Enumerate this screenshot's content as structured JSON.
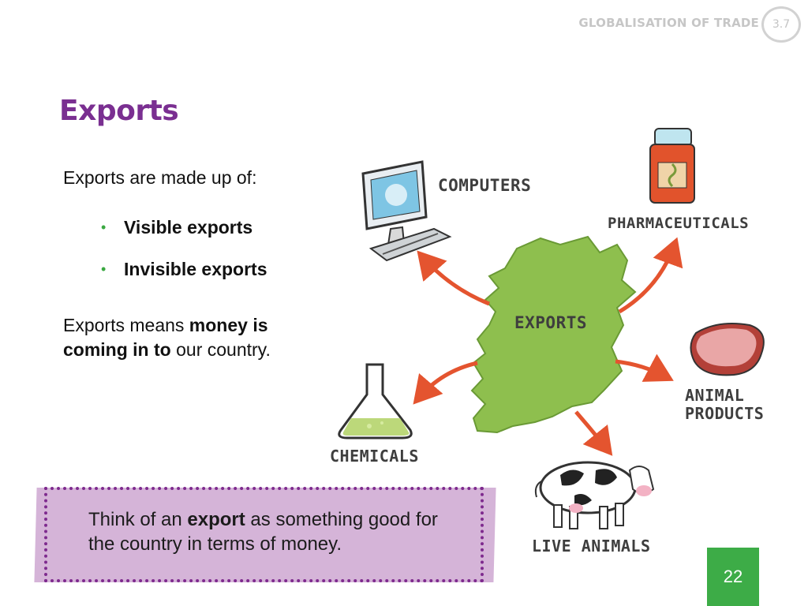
{
  "header": {
    "topic": "GLOBALISATION OF TRADE",
    "section": "3.7"
  },
  "title": "Exports",
  "intro": "Exports are made up of:",
  "bullets": [
    "Visible exports",
    "Invisible exports"
  ],
  "money_text": {
    "part1": "Exports means ",
    "bold": "money is coming in to",
    "part2": " our country."
  },
  "diagram": {
    "center_label": "EXPORTS",
    "labels": {
      "computers": "COMPUTERS",
      "pharmaceuticals": "PHARMACEUTICALS",
      "animal_products_line1": "ANIMAL",
      "animal_products_line2": "PRODUCTS",
      "chemicals": "CHEMICALS",
      "live_animals": "LIVE ANIMALS"
    }
  },
  "callout": {
    "part1": "Think of an ",
    "bold": "export",
    "part2": " as something good for the country in terms of money."
  },
  "page_number": "22",
  "colors": {
    "title": "#7a2f91",
    "bullet": "#3aa841",
    "map": "#8ebf4e",
    "arrow": "#e4542f",
    "callout_bg": "#d5b4d8",
    "page_tab": "#3dac47"
  }
}
